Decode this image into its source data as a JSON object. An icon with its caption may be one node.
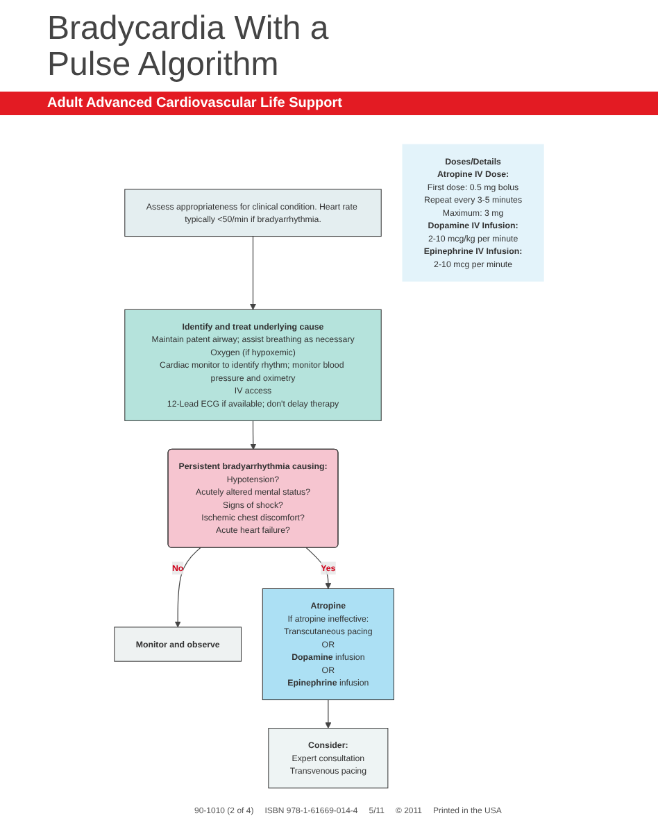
{
  "diagram": {
    "title": "Bradycardia With a Pulse Algorithm",
    "nodes": [
      {
        "text": [
          "Assess appropriateness for clinical condition. Heart rate typically <50/min if bradyarrhythmia."
        ]
      },
      {
        "text": [
          "Identify and treat underlying cause",
          "Maintain patent airway; assist breathing as necessary",
          "Oxygen (if hypoxemic)",
          "Cardiac monitor to identify rhythm; monitor blood pressure and oximetry",
          "IV access",
          "12-Lead ECG if available; don't delay therapy"
        ]
      },
      {
        "text": [
          "Monitor and observe"
        ]
      },
      {
        "text": [
          "Persistent bradyarrhythmia causing:",
          "Hypotension?",
          "Acutely altered mental status?",
          "Signs of shock?",
          "Ischemic chest discomfort?",
          "Acute heart failure?"
        ]
      },
      {
        "text": [
          "Atropine",
          "If atropine ineffective:",
          "Transcutaneous pacing",
          "OR",
          "**Dopamine** infusion",
          "OR",
          "**Epinephrine** infusion"
        ]
      },
      {
        "text": [
          "Consider:",
          "Expert consultation",
          "Transvenous pacing"
        ]
      },
      {
        "text": [
          "Doses/Details",
          "Atropine IV Dose:",
          "First dose: 0.5 mg bolus",
          "Repeat every 3-5 minutes",
          "Maximum: 3 mg",
          "Dopamine IV Infusion:",
          "2-10 mcg/kg per minute",
          "Epinephrine IV Infusion:",
          "2-10 mcg per minute"
        ]
      }
    ],
    "edges": [
      {
        "from": 0,
        "to": 1,
        "arrow": "to"
      },
      {
        "from": 1,
        "to": 3,
        "arrow": "to"
      },
      {
        "from": 3,
        "to": 2,
        "arrow": "to",
        "label": "No"
      },
      {
        "from": 3,
        "to": 4,
        "arrow": "to",
        "label": "Yes"
      },
      {
        "from": 4,
        "to": 5,
        "arrow": "to"
      }
    ],
    "labels": [
      "Adult Advanced Cardiovascular Life Support",
      "90-1010 (2 of 4)",
      "ISBN 978-1-61669-014-4",
      "5/11",
      "© 2011",
      "Printed in the USA"
    ]
  }
}
